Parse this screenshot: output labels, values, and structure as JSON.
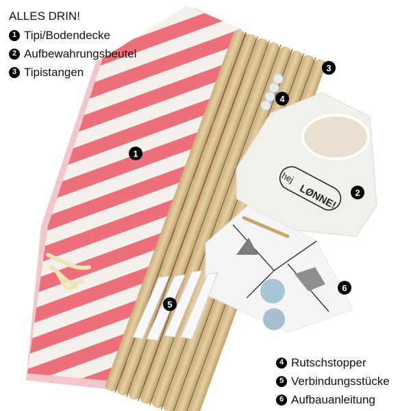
{
  "legend_top": {
    "title": "ALLES DRIN!",
    "items": [
      {
        "num": "1",
        "label": "Tipi/Bodendecke"
      },
      {
        "num": "2",
        "label": "Aufbewahrungsbeutel"
      },
      {
        "num": "3",
        "label": "Tipistangen"
      }
    ]
  },
  "legend_bottom": {
    "items": [
      {
        "num": "4",
        "label": "Rutschstopper"
      },
      {
        "num": "5",
        "label": "Verbindungsstücke"
      },
      {
        "num": "6",
        "label": "Aufbauanleitung"
      }
    ]
  },
  "markers": {
    "m1": "1",
    "m2": "2",
    "m3": "3",
    "m4": "4",
    "m5": "5",
    "m6": "6"
  },
  "bag": {
    "logo_small": "hej",
    "logo_big": "LØNNE!"
  },
  "colors": {
    "stripe_pink": "#ec6f7b",
    "stripe_white": "#f4f1ec",
    "wood": "#dcc394",
    "wood_dark": "#b89a66",
    "bag": "#f2f0ea",
    "ribbon": "#efe3b8"
  }
}
